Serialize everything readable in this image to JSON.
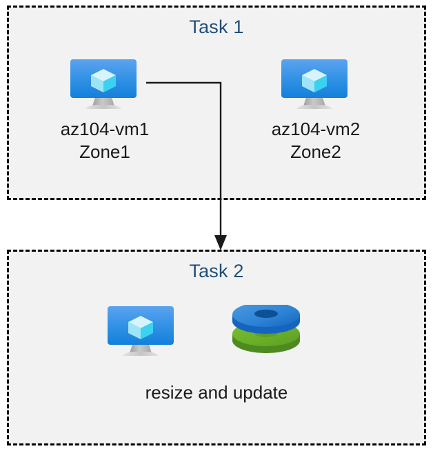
{
  "diagram": {
    "title": "Azure VM tasks diagram",
    "background": "#FFFFFF",
    "box_fill": "#F2F2F2",
    "box_border": "#000000",
    "accent_title_color": "#1F4E79",
    "label_color": "#1A1A1A"
  },
  "groups": [
    {
      "id": "task1",
      "title": "Task 1",
      "nodes": [
        {
          "id": "vm1",
          "icon": "virtual-machine-icon",
          "label": "az104-vm1\nZone1",
          "name": "az104-vm1",
          "zone": "Zone1"
        },
        {
          "id": "vm2",
          "icon": "virtual-machine-icon",
          "label": "az104-vm2\nZone2",
          "name": "az104-vm2",
          "zone": "Zone2"
        }
      ]
    },
    {
      "id": "task2",
      "title": "Task 2",
      "nodes": [
        {
          "id": "vm3",
          "icon": "virtual-machine-icon",
          "label": ""
        },
        {
          "id": "disks",
          "icon": "managed-disks-icon",
          "label": ""
        }
      ],
      "caption": "resize and update"
    }
  ],
  "connector": {
    "from": "vm1",
    "to": "task2",
    "style": "elbow-arrow",
    "color": "#1A1A1A",
    "arrowhead": "filled-triangle"
  },
  "icon_colors": {
    "vm_screen_top": "#4F9BEE",
    "vm_screen_bottom": "#1380DA",
    "vm_stand": "#B7B7B7",
    "vm_cube_top": "#C9F0FA",
    "vm_cube_left": "#8EE3F5",
    "vm_cube_right": "#32D3F2",
    "disk_blue_top": "#3E8BD6",
    "disk_blue_side": "#1565C0",
    "disk_blue_hole": "#0D5096",
    "disk_green_top": "#6FB32B",
    "disk_green_side": "#4E8B1F",
    "disk_green_hole": "#5E9E27"
  }
}
